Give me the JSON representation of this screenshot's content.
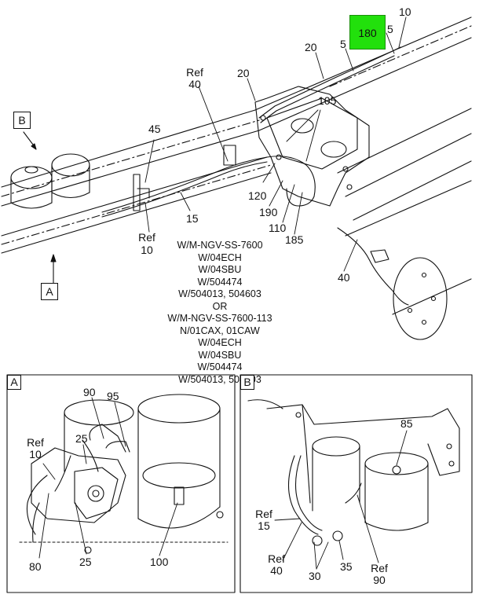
{
  "highlighted_callout": {
    "label": "180",
    "color": "#22e00c"
  },
  "view_markers": {
    "a": "A",
    "b": "B"
  },
  "detail_panels": {
    "a": {
      "tab": "A"
    },
    "b": {
      "tab": "B"
    }
  },
  "note_lines": [
    "W/M-NGV-SS-7600",
    "W/04ECH",
    "W/04SBU",
    "W/504474",
    "W/504013, 504603",
    "OR",
    "W/M-NGV-SS-7600-113",
    "N/01CAX, 01CAW",
    "W/04ECH",
    "W/04SBU",
    "W/504474",
    "W/504013, 504603"
  ],
  "main_callouts": {
    "c10": "10",
    "c5a": "5",
    "c5b": "5",
    "c20a": "20",
    "c20b": "20",
    "ref40_ref": "Ref",
    "ref40_num": "40",
    "c105": "105",
    "c45": "45",
    "c120": "120",
    "c190": "190",
    "c110": "110",
    "c185": "185",
    "c15": "15",
    "ref10_ref": "Ref",
    "ref10_num": "10",
    "c40": "40"
  },
  "detail_a_callouts": {
    "c90": "90",
    "c95": "95",
    "c25a": "25",
    "ref10_ref": "Ref",
    "ref10_num": "10",
    "c80": "80",
    "c25b": "25",
    "c100": "100"
  },
  "detail_b_callouts": {
    "c85": "85",
    "ref15_ref": "Ref",
    "ref15_num": "15",
    "ref40_ref": "Ref",
    "ref40_num": "40",
    "c30": "30",
    "c35": "35",
    "ref90_ref": "Ref",
    "ref90_num": "90"
  }
}
